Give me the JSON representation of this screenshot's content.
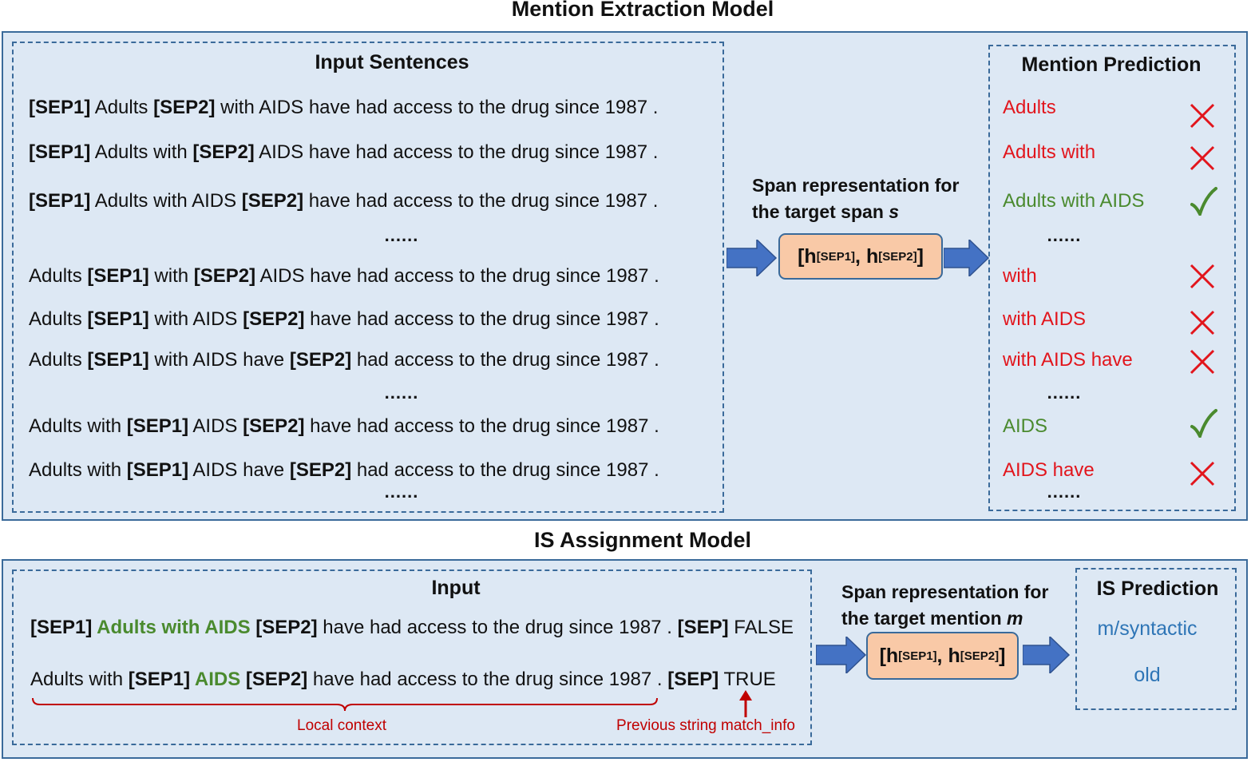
{
  "mention_extraction": {
    "title": "Mention Extraction Model",
    "input_title": "Input Sentences",
    "sentences": [
      [
        {
          "t": "[SEP1]",
          "b": true
        },
        {
          "t": " Adults "
        },
        {
          "t": "[SEP2]",
          "b": true
        },
        {
          "t": " with AIDS have had access to the drug since 1987 ."
        }
      ],
      [
        {
          "t": "[SEP1]",
          "b": true
        },
        {
          "t": " Adults with "
        },
        {
          "t": "[SEP2]",
          "b": true
        },
        {
          "t": " AIDS have had access to the drug since 1987 ."
        }
      ],
      [
        {
          "t": "[SEP1]",
          "b": true
        },
        {
          "t": " Adults with AIDS "
        },
        {
          "t": "[SEP2]",
          "b": true
        },
        {
          "t": " have had access to the drug since 1987 ."
        }
      ],
      [
        {
          "t": "Adults "
        },
        {
          "t": "[SEP1]",
          "b": true
        },
        {
          "t": " with "
        },
        {
          "t": "[SEP2]",
          "b": true
        },
        {
          "t": " AIDS have had access to the drug since 1987 ."
        }
      ],
      [
        {
          "t": "Adults "
        },
        {
          "t": "[SEP1]",
          "b": true
        },
        {
          "t": " with AIDS "
        },
        {
          "t": "[SEP2]",
          "b": true
        },
        {
          "t": " have had access to the drug since 1987 ."
        }
      ],
      [
        {
          "t": "Adults "
        },
        {
          "t": "[SEP1]",
          "b": true
        },
        {
          "t": " with AIDS have "
        },
        {
          "t": "[SEP2]",
          "b": true
        },
        {
          "t": " had access to the drug since 1987 ."
        }
      ],
      [
        {
          "t": "Adults with "
        },
        {
          "t": "[SEP1]",
          "b": true
        },
        {
          "t": " AIDS "
        },
        {
          "t": "[SEP2]",
          "b": true
        },
        {
          "t": " have had access to the drug since 1987 ."
        }
      ],
      [
        {
          "t": "Adults with "
        },
        {
          "t": "[SEP1]",
          "b": true
        },
        {
          "t": " AIDS have "
        },
        {
          "t": "[SEP2]",
          "b": true
        },
        {
          "t": " had access to the drug since 1987 ."
        }
      ]
    ],
    "ellipsis": "......",
    "span_label_line1": "Span representation for",
    "span_label_line2": "the target span ",
    "span_label_var": "s",
    "h_sep1": "[h",
    "sub_sep1": "[SEP1]",
    "h_sep2": ", h",
    "sub_sep2": "[SEP2]",
    "h_close": "]",
    "prediction_title": "Mention Prediction",
    "predictions": [
      {
        "text": "Adults",
        "correct": false
      },
      {
        "text": "Adults with",
        "correct": false
      },
      {
        "text": "Adults with AIDS",
        "correct": true
      },
      {
        "text": "with",
        "correct": false
      },
      {
        "text": "with AIDS",
        "correct": false
      },
      {
        "text": "with AIDS have",
        "correct": false
      },
      {
        "text": "AIDS",
        "correct": true
      },
      {
        "text": "AIDS have",
        "correct": false
      }
    ]
  },
  "is_assignment": {
    "title": "IS Assignment Model",
    "input_title": "Input",
    "rows": [
      [
        {
          "t": "[SEP1] ",
          "b": true
        },
        {
          "t": "Adults with AIDS",
          "b": true,
          "g": true
        },
        {
          "t": " [SEP2]",
          "b": true
        },
        {
          "t": " have had access to the drug since 1987 . "
        },
        {
          "t": "[SEP]",
          "b": true
        },
        {
          "t": " FALSE"
        }
      ],
      [
        {
          "t": "Adults with "
        },
        {
          "t": "[SEP1] ",
          "b": true
        },
        {
          "t": "AIDS",
          "b": true,
          "g": true
        },
        {
          "t": " [SEP2]",
          "b": true
        },
        {
          "t": " have had access to the drug since 1987 . "
        },
        {
          "t": "[SEP]",
          "b": true
        },
        {
          "t": " TRUE"
        }
      ]
    ],
    "local_context_label": "Local context",
    "match_label": "Previous string match_info",
    "span_label_line1": "Span representation for",
    "span_label_line2": "the target mention ",
    "span_label_var": "m",
    "prediction_title": "IS Prediction",
    "predictions": [
      "m/syntactic",
      "old"
    ]
  },
  "colors": {
    "panel_bg": "#dde8f4",
    "border": "#3a6a9a",
    "wrong": "#e2151c",
    "right": "#4a8a2e",
    "is_pred": "#2e75b6",
    "arrow": "#4472c4",
    "hbox": "#f9c9a7",
    "annotation": "#c00000"
  }
}
